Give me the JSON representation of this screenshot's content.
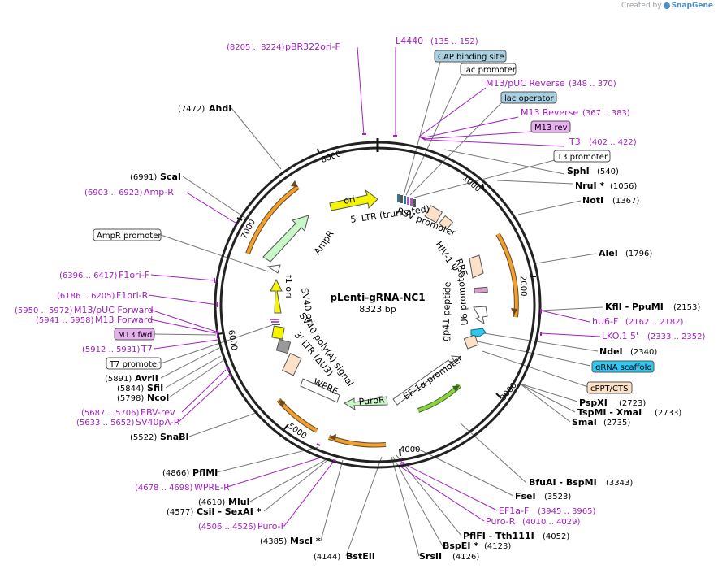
{
  "app": {
    "credit": "Created by",
    "brand": "SnapGene"
  },
  "plasmid": {
    "name": "pLenti-gRNA-NC1",
    "size": "8323 bp"
  },
  "ticks": [
    "1000",
    "2000",
    "3000",
    "4000",
    "5000",
    "6000",
    "7000",
    "8000"
  ],
  "top_labels": [
    {
      "name": "L4440",
      "range": "(135 .. 152)",
      "kind": "primer"
    },
    {
      "name": "CAP binding site",
      "kind": "box-blue"
    },
    {
      "name": "lac promoter",
      "kind": "box-white"
    },
    {
      "name": "M13/pUC Reverse",
      "range": "(348 .. 370)",
      "kind": "primer"
    },
    {
      "name": "lac operator",
      "kind": "box-blue"
    },
    {
      "name": "M13 Reverse",
      "range": "(367 .. 383)",
      "kind": "primer"
    },
    {
      "name": "M13 rev",
      "kind": "box-purple"
    },
    {
      "name": "T3",
      "range": "(402 .. 422)",
      "kind": "primer"
    },
    {
      "name": "T3 promoter",
      "kind": "box-white"
    }
  ],
  "right_labels": [
    {
      "name": "SphI",
      "pos": "(540)"
    },
    {
      "name": "NruI *",
      "pos": "(1056)"
    },
    {
      "name": "NotI",
      "pos": "(1367)"
    },
    {
      "name": "AleI",
      "pos": "(1796)"
    },
    {
      "name": "KflI - PpuMI",
      "pos": "(2153)"
    },
    {
      "name": "hU6-F",
      "pos": "(2162 .. 2182)",
      "kind": "primer"
    },
    {
      "name": "LKO.1 5'",
      "pos": "(2333 .. 2352)",
      "kind": "primer"
    },
    {
      "name": "NdeI",
      "pos": "(2340)"
    },
    {
      "name": "gRNA scaffold",
      "kind": "box-cyan"
    },
    {
      "name": "cPPT/CTS",
      "kind": "box-peach"
    },
    {
      "name": "PspXI",
      "pos": "(2723)"
    },
    {
      "name": "TspMI - XmaI",
      "pos": "(2733)"
    },
    {
      "name": "SmaI",
      "pos": "(2735)"
    },
    {
      "name": "BfuAI - BspMI",
      "pos": "(3343)"
    },
    {
      "name": "FseI",
      "pos": "(3523)"
    },
    {
      "name": "EF1a-F",
      "pos": "(3945 .. 3965)",
      "kind": "primer"
    },
    {
      "name": "Puro-R",
      "pos": "(4010 .. 4029)",
      "kind": "primer"
    },
    {
      "name": "PflFI - Tth111I",
      "pos": "(4052)"
    },
    {
      "name": "BspEI *",
      "pos": "(4123)"
    },
    {
      "name": "SrsII",
      "pos": "(4126)"
    },
    {
      "name": "BstEII",
      "pos": "(4144)"
    }
  ],
  "left_labels": [
    {
      "name": "pBR322ori-F",
      "pos": "(8205 .. 8224)",
      "kind": "primer"
    },
    {
      "name": "AhdI",
      "pos": "(7472)"
    },
    {
      "name": "ScaI",
      "pos": "(6991)"
    },
    {
      "name": "Amp-R",
      "pos": "(6903 .. 6922)",
      "kind": "primer"
    },
    {
      "name": "AmpR promoter",
      "kind": "box-white"
    },
    {
      "name": "F1ori-F",
      "pos": "(6396 .. 6417)",
      "kind": "primer"
    },
    {
      "name": "F1ori-R",
      "pos": "(6186 .. 6205)",
      "kind": "primer"
    },
    {
      "name": "M13/pUC Forward",
      "pos": "(5950 .. 5972)",
      "kind": "primer"
    },
    {
      "name": "M13 Forward",
      "pos": "(5941 .. 5958)",
      "kind": "primer"
    },
    {
      "name": "M13 fwd",
      "kind": "box-purple"
    },
    {
      "name": "T7",
      "pos": "(5912 .. 5931)",
      "kind": "primer"
    },
    {
      "name": "T7 promoter",
      "kind": "box-white"
    },
    {
      "name": "AvrII",
      "pos": "(5891)"
    },
    {
      "name": "SfiI",
      "pos": "(5844)"
    },
    {
      "name": "NcoI",
      "pos": "(5798)"
    },
    {
      "name": "EBV-rev",
      "pos": "(5687 .. 5706)",
      "kind": "primer"
    },
    {
      "name": "SV40pA-R",
      "pos": "(5633 .. 5652)",
      "kind": "primer"
    },
    {
      "name": "SnaBI",
      "pos": "(5522)"
    },
    {
      "name": "PflMI",
      "pos": "(4866)"
    },
    {
      "name": "WPRE-R",
      "pos": "(4678 .. 4698)",
      "kind": "primer"
    },
    {
      "name": "MluI",
      "pos": "(4610)"
    },
    {
      "name": "CsiI - SexAI *",
      "pos": "(4577)"
    },
    {
      "name": "Puro-F",
      "pos": "(4506 .. 4526)",
      "kind": "primer"
    },
    {
      "name": "MscI *",
      "pos": "(4385)"
    }
  ],
  "features": {
    "ori": "ori",
    "ampr": "AmpR",
    "rsv": "RSV promoter",
    "ltr5": "5' LTR (truncated)",
    "hiv": "HIV-1 Ψ",
    "rre": "RRE",
    "gp41": "gp41 peptide",
    "u6": "U6 promoter",
    "ef1a": "EF-1α promoter",
    "puror": "PuroR",
    "wpre": "WPRE",
    "ltr3": "3' LTR (ΔU3)",
    "sv40pa": "SV40 poly(A) signal",
    "sv40ori": "SV40 ori",
    "f1ori": "f1 ori"
  },
  "colors": {
    "primer": "#a020c0",
    "ori": "#f5f500",
    "ampr": "#c8f7c8",
    "ltr": "#fde0c8",
    "orange": "#f0a030",
    "cyan": "#30c8f0",
    "blue_box": "#a8d0e0",
    "purple_box": "#e8b0f0"
  }
}
